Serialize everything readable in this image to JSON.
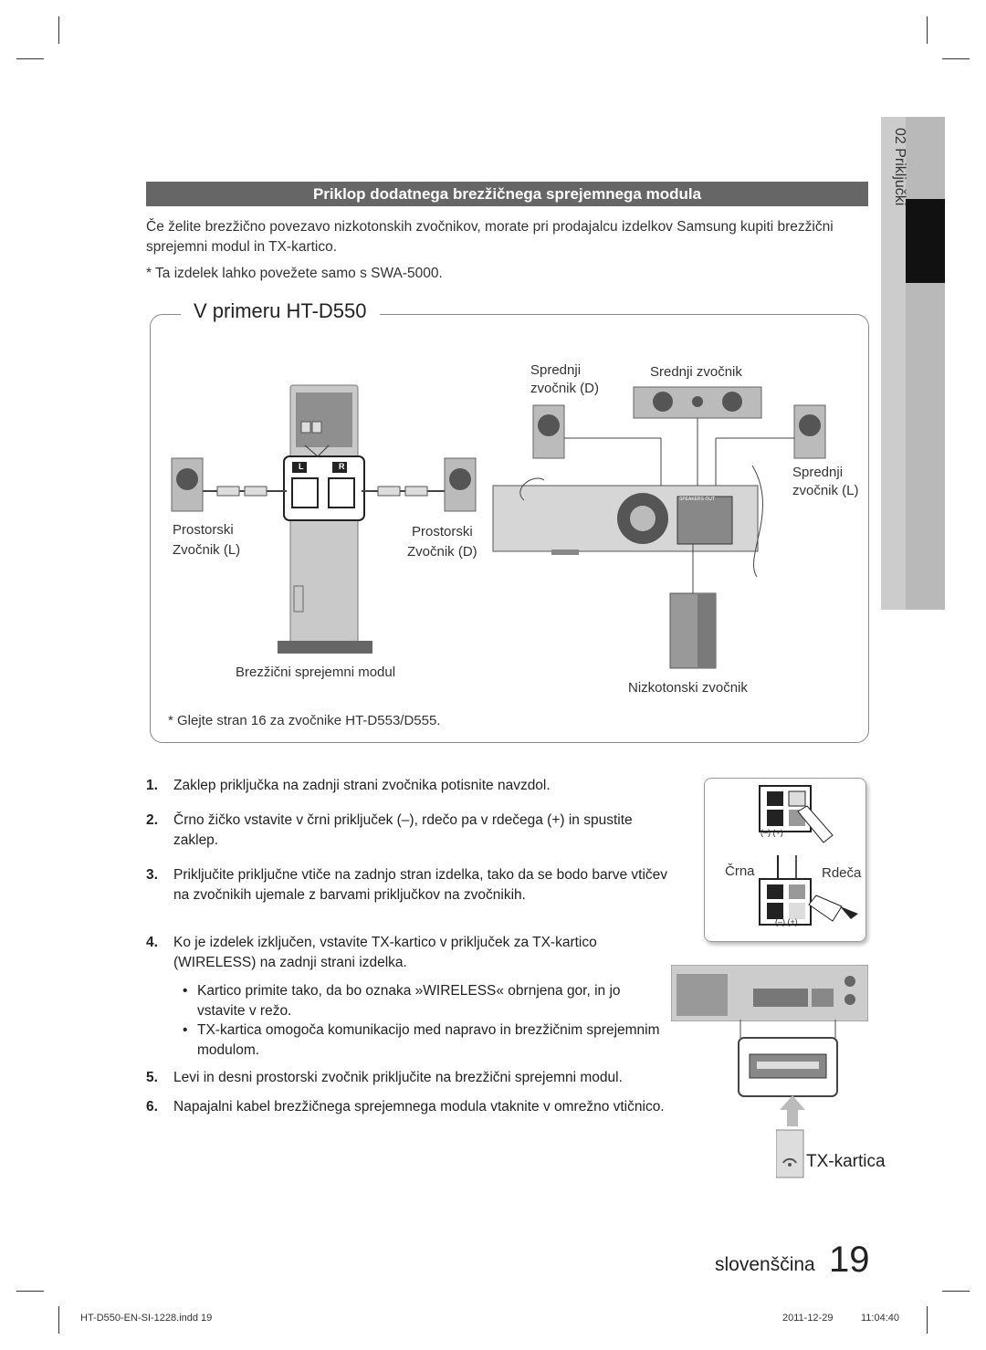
{
  "side_tab": {
    "chapter": "02  Priključki"
  },
  "section": {
    "title": "Priklop dodatnega brezžičnega sprejemnega modula",
    "intro": "Če želite brezžično povezavo nizkotonskih zvočnikov, morate pri prodajalcu izdelkov Samsung kupiti brezžični sprejemni modul in TX-kartico.",
    "note": "* Ta izdelek lahko povežete samo s SWA-5000."
  },
  "example": {
    "title": "V primeru HT-D550",
    "labels": {
      "front_right": "Sprednji zvočnik (D)",
      "center": "Srednji zvočnik",
      "front_left": "Sprednji zvočnik (L)",
      "surround_left_1": "Prostorski",
      "surround_left_2": "Zvočnik (L)",
      "surround_right_1": "Prostorski",
      "surround_right_2": "Zvočnik (D)",
      "wireless_module": "Brezžični sprejemni modul",
      "subwoofer": "Nizkotonski zvočnik",
      "l": "L",
      "r": "R",
      "speakers_out": "SPEAKERS OUT"
    },
    "footnote": "* Glejte stran 16 za zvočnike HT-D553/D555."
  },
  "steps": [
    {
      "num": "1.",
      "text": "Zaklep priključka na zadnji strani zvočnika potisnite navzdol."
    },
    {
      "num": "2.",
      "text": "Črno žičko vstavite v črni priključek (–), rdečo pa v rdečega (+) in spustite zaklep."
    },
    {
      "num": "3.",
      "text": "Priključite priključne vtiče na zadnjo stran izdelka, tako da se bodo barve vtičev na zvočnikih ujemale z barvami priključkov na zvočnikih."
    },
    {
      "num": "4.",
      "text": "Ko je izdelek izključen, vstavite TX-kartico v priključek za TX-kartico (WIRELESS) na zadnji strani izdelka."
    },
    {
      "num": "5.",
      "text": "Levi in desni prostorski zvočnik priključite na brezžični sprejemni modul."
    },
    {
      "num": "6.",
      "text": "Napajalni kabel brezžičnega sprejemnega modula vtaknite v omrežno vtičnico."
    }
  ],
  "bullets": [
    "Kartico primite tako, da bo oznaka »WIRELESS« obrnjena gor, in jo vstavite v režo.",
    "TX-kartica omogoča komunikacijo med napravo in brezžičnim sprejemnim modulom."
  ],
  "right_figure": {
    "minus_plus_1": "(–)  (+)",
    "black": "Črna",
    "red": "Rdeča",
    "minus_plus_2": "(–)  (+)",
    "tx_card": "TX-kartica"
  },
  "page": {
    "language": "slovenščina",
    "number": "19"
  },
  "footer": {
    "file": "HT-D550-EN-SI-1228.indd   19",
    "date": "2011-12-29",
    "time": "11:04:40"
  }
}
